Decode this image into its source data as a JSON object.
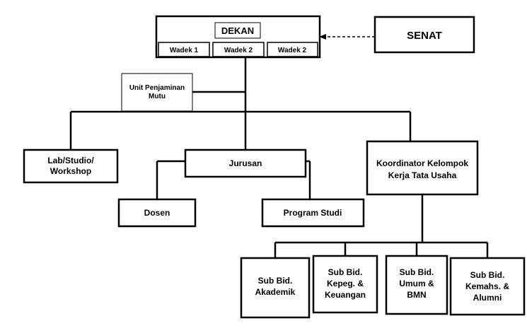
{
  "colors": {
    "stroke": "#000000",
    "fill": "#ffffff",
    "text": "#000000"
  },
  "nodes": {
    "dekan": "DEKAN",
    "wadek": [
      "Wadek 1",
      "Wadek 2",
      "Wadek 2"
    ],
    "senat": "SENAT",
    "upm": [
      "Unit Penjaminan",
      "Mutu"
    ],
    "lab": [
      "Lab/Studio/",
      "Workshop"
    ],
    "jurusan": "Jurusan",
    "koordinator": [
      "Koordinator Kelompok",
      "Kerja  Tata Usaha"
    ],
    "dosen": "Dosen",
    "prodi": "Program Studi",
    "sub_akademik": [
      "Sub Bid.",
      "Akademik"
    ],
    "sub_kepeg": [
      "Sub Bid.",
      "Kepeg. &",
      "Keuangan"
    ],
    "sub_umum": [
      "Sub Bid.",
      "Umum &",
      "BMN"
    ],
    "sub_kemahs": [
      "Sub Bid.",
      "Kemahs. &",
      "Alumni"
    ]
  }
}
